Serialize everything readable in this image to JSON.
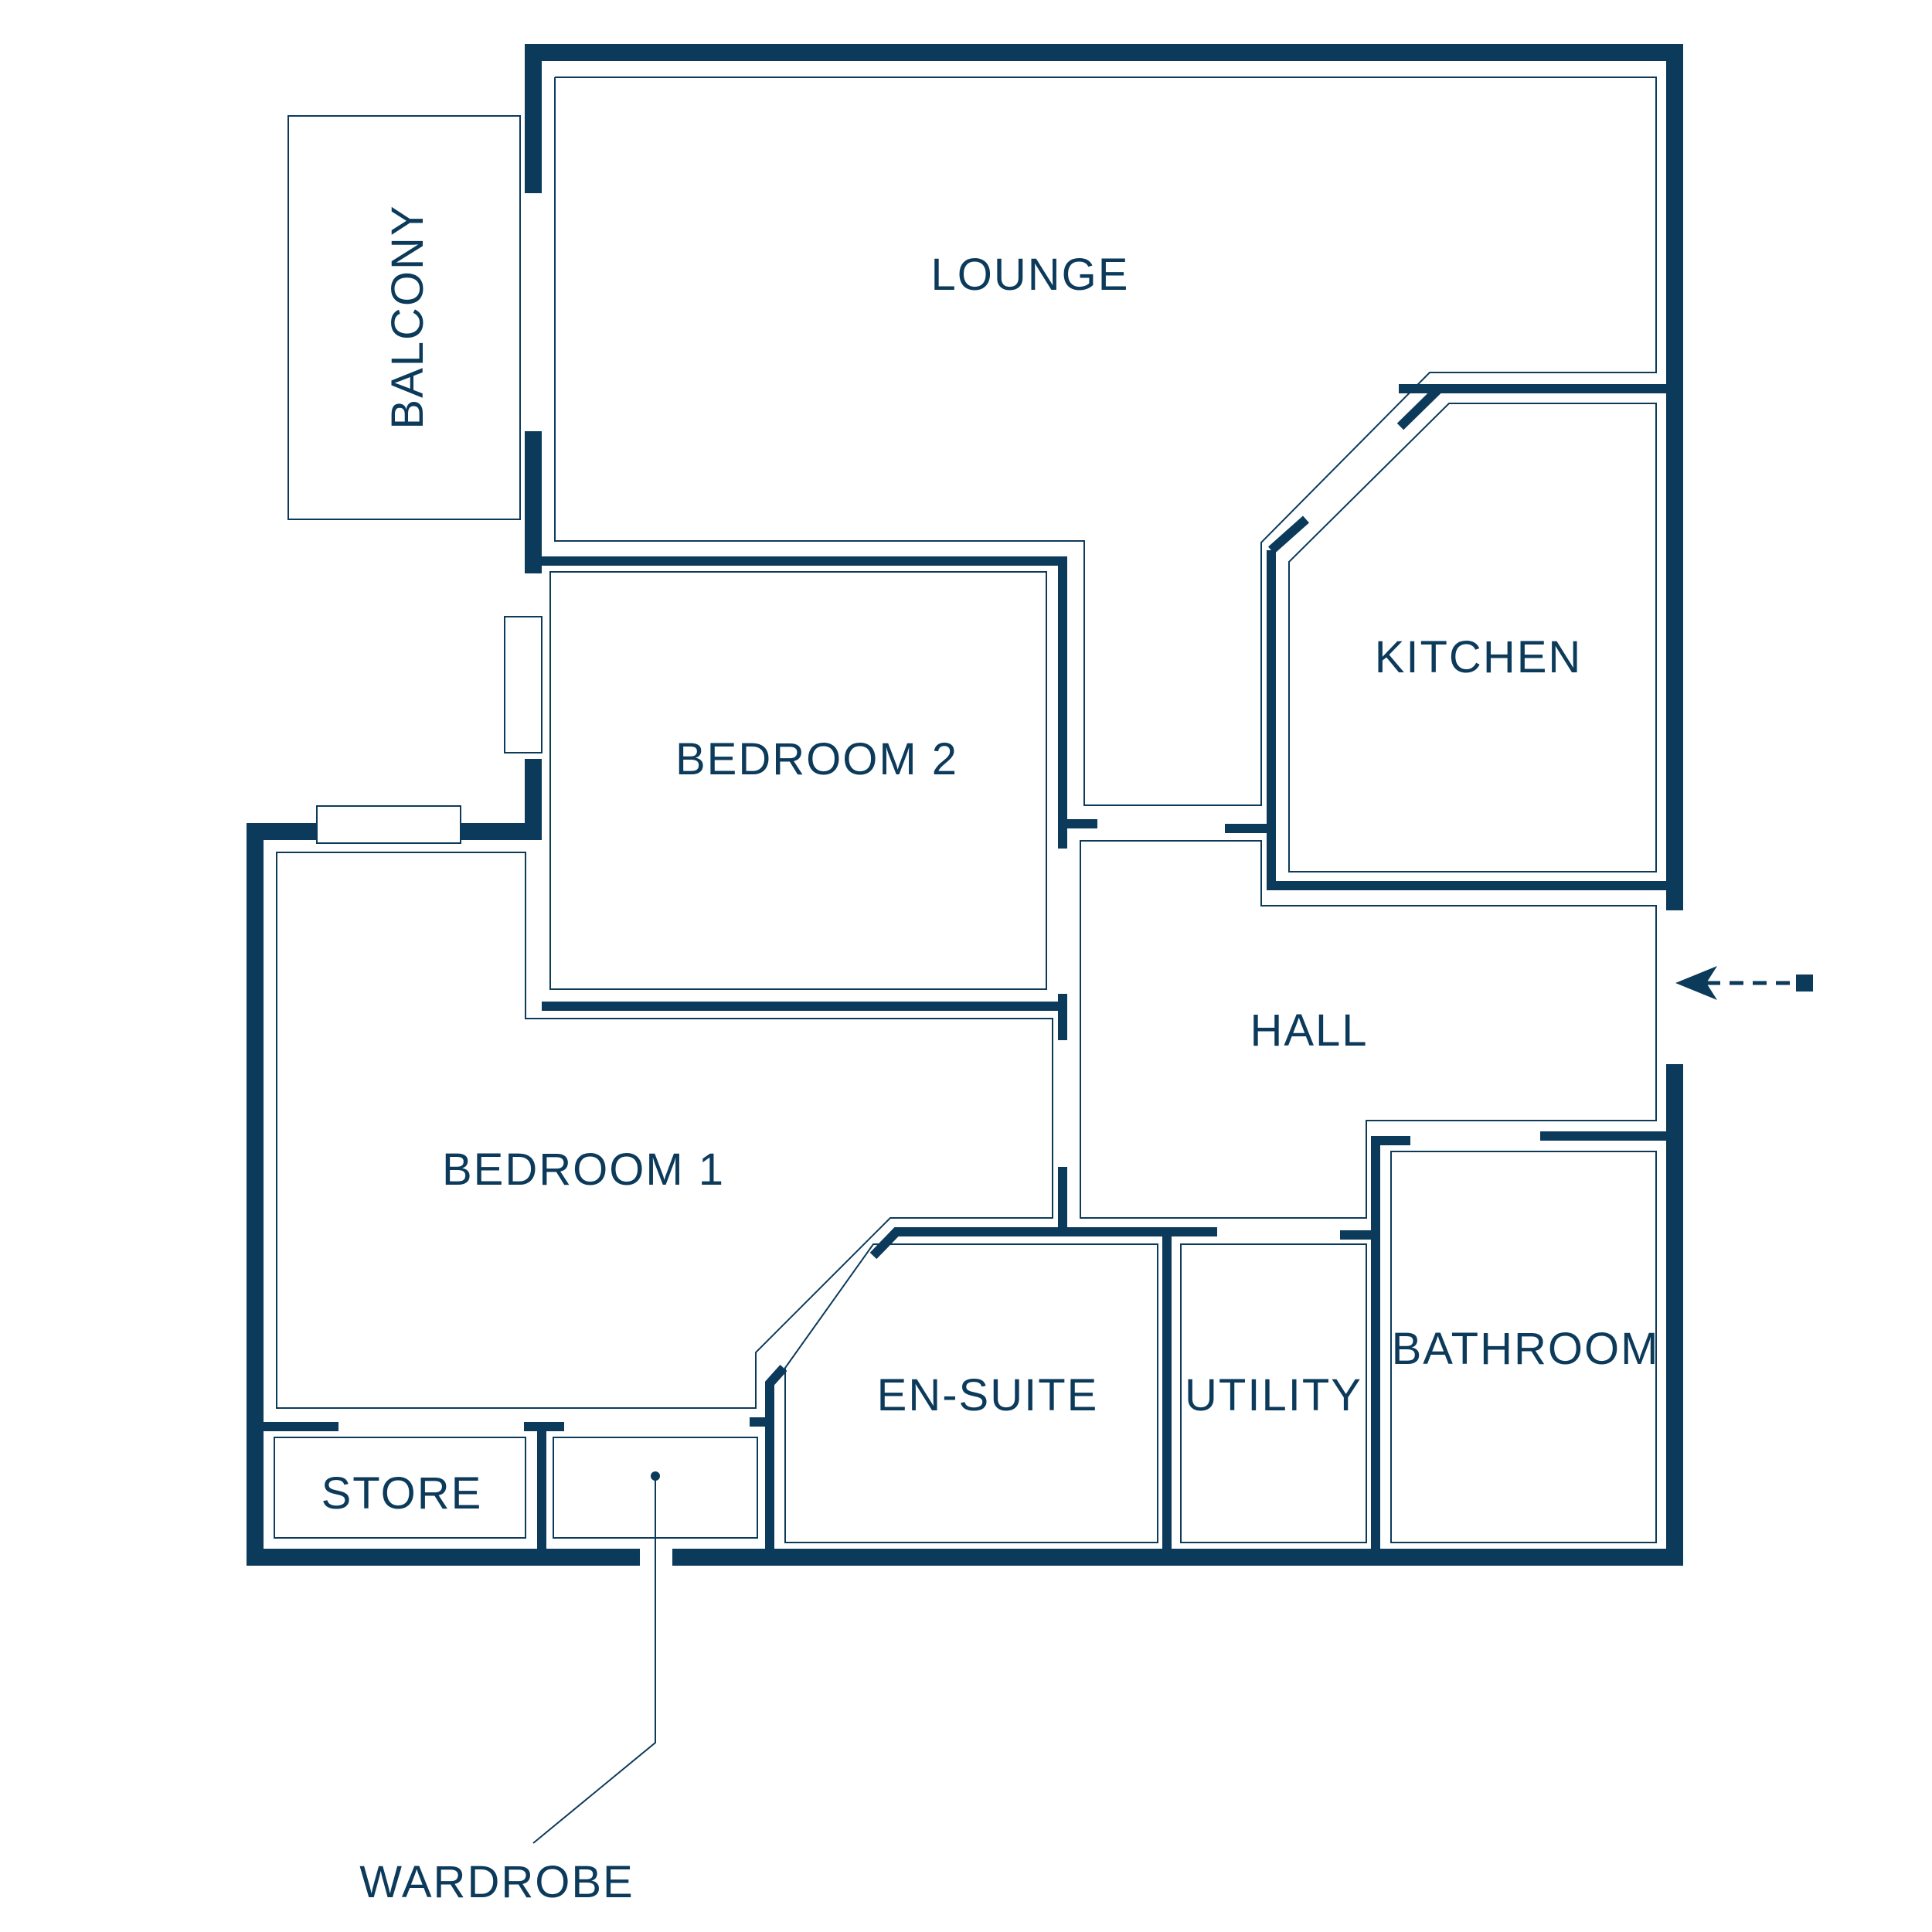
{
  "colors": {
    "wall": "#0c3a5b",
    "background": "#ffffff"
  },
  "rooms": {
    "lounge": "LOUNGE",
    "balcony": "BALCONY",
    "kitchen": "KITCHEN",
    "bedroom2": "BEDROOM 2",
    "hall": "HALL",
    "bedroom1": "BEDROOM 1",
    "ensuite": "EN-SUITE",
    "utility": "UTILITY",
    "bathroom": "BATHROOM",
    "store": "STORE",
    "wardrobe": "WARDROBE"
  },
  "icons": {
    "entrance": "entrance-arrow-icon"
  }
}
